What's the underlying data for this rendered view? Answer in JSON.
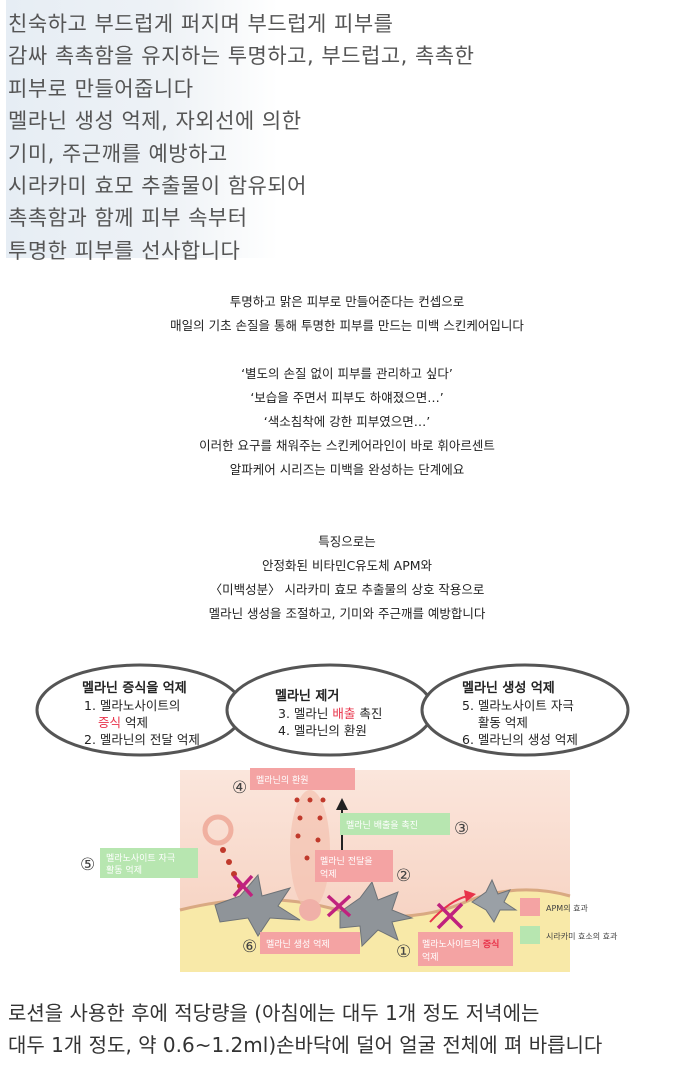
{
  "intro": {
    "lines": [
      "친숙하고 부드럽게 퍼지며 부드럽게 피부를",
      "감싸 촉촉함을 유지하는  투명하고, 부드럽고, 촉촉한",
      "피부로 만들어줍니다",
      "멜라닌 생성 억제, 자외선에 의한",
      "기미, 주근깨를 예방하고",
      "시라카미 효모 추출물이 함유되어",
      "촉촉함과 함께 피부 속부터",
      "투명한 피부를 선사합니다"
    ]
  },
  "concept": {
    "lines": [
      "투명하고 맑은 피부로 만들어준다는 컨셉으로",
      "매일의 기초 손질을 통해 투명한 피부를 만드는 미백 스킨케어입니다"
    ]
  },
  "needs": {
    "lines": [
      "‘별도의 손질 없이 피부를 관리하고 싶다’",
      "‘보습을 주면서 피부도 하얘졌으면…’",
      "‘색소침착에 강한 피부였으면…’",
      "이러한 요구를 채워주는 스킨케어라인이 바로 휘아르센트",
      "알파케어 시리즈는 미백을 완성하는 단계에요"
    ]
  },
  "features": {
    "lines": [
      "특징으로는",
      "안정화된 비타민C유도체 APM와",
      "〈미백성분〉 시라카미 효모 추출물의 상호 작용으로",
      "멜라닌 생성을 조절하고, 기미와 주근깨를 예방합니다"
    ]
  },
  "diagram": {
    "ellipses": [
      {
        "title": "멜라닌 증식을 억제",
        "l1": "1. 멜라노사이트의",
        "l2a": "",
        "l2hl": "증식",
        "l2b": " 억제",
        "l3": "2. 멜라닌의 전달 억제"
      },
      {
        "title": "멜라닌 제거",
        "l1": "",
        "l2a": "3. 멜라닌 ",
        "l2hl": "배출",
        "l2b": " 촉진",
        "l3": "4. 멜라닌의 환원"
      },
      {
        "title": "멜라닌 생성 억제",
        "l1": "5. 멜라노사이트 자극",
        "l2a": "    활동 억제",
        "l2hl": "",
        "l2b": "",
        "l3": "6. 멜라닌의 생성 억제"
      }
    ],
    "labels": {
      "l4": "멜라닌의 환원",
      "l3": "멜라닌 배출을 촉진",
      "l2a": "멜라닌 전달을",
      "l2b": "억제",
      "l5a": "멜라노사이트 자극",
      "l5b": "활동 억제",
      "l6": "멜라닌 생성 억제",
      "l1a": "멜라노사이트의 ",
      "l1hl": "증식",
      "l1b": "억제"
    },
    "numbers": [
      "④",
      "③",
      "②",
      "⑤",
      "⑥",
      "①"
    ],
    "legend": [
      {
        "label": "APM의 효과",
        "color": "#f4a3a3"
      },
      {
        "label": "시라카미 효소의 효과",
        "color": "#b7e6b0"
      }
    ],
    "colors": {
      "highlight": "#e8334a",
      "cross": "#c0227e",
      "skin": "#f7d8c8",
      "base": "#f8e9a8"
    }
  },
  "usage": {
    "lines": [
      "로션을 사용한 후에 적당량을 (아침에는 대두 1개 정도 저녁에는",
      "대두 1개 정도, 약 0.6~1.2ml)손바닥에 덜어 얼굴 전체에 펴 바릅니다"
    ]
  }
}
